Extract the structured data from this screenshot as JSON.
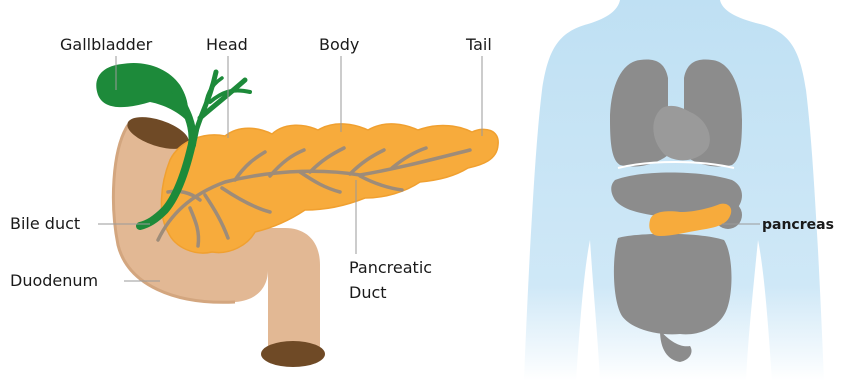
{
  "labels": {
    "gallbladder": "Gallbladder",
    "head": "Head",
    "body": "Body",
    "tail": "Tail",
    "bile_duct": "Bile duct",
    "duodenum": "Duodenum",
    "pancreatic_duct_line1": "Pancreatic",
    "pancreatic_duct_line2": "Duct",
    "pancreas": "pancreas"
  },
  "colors": {
    "pancreas": "#f7ab3c",
    "pancreas_outline": "#e89a2a",
    "duct": "#9e8c79",
    "gallbladder": "#1d8a3a",
    "duodenum": "#e2b894",
    "duodenum_shadow": "#c99a73",
    "duodenum_opening": "#6f4a26",
    "body_silhouette": "#bfe0f3",
    "organs": "#8c8c8c"
  }
}
